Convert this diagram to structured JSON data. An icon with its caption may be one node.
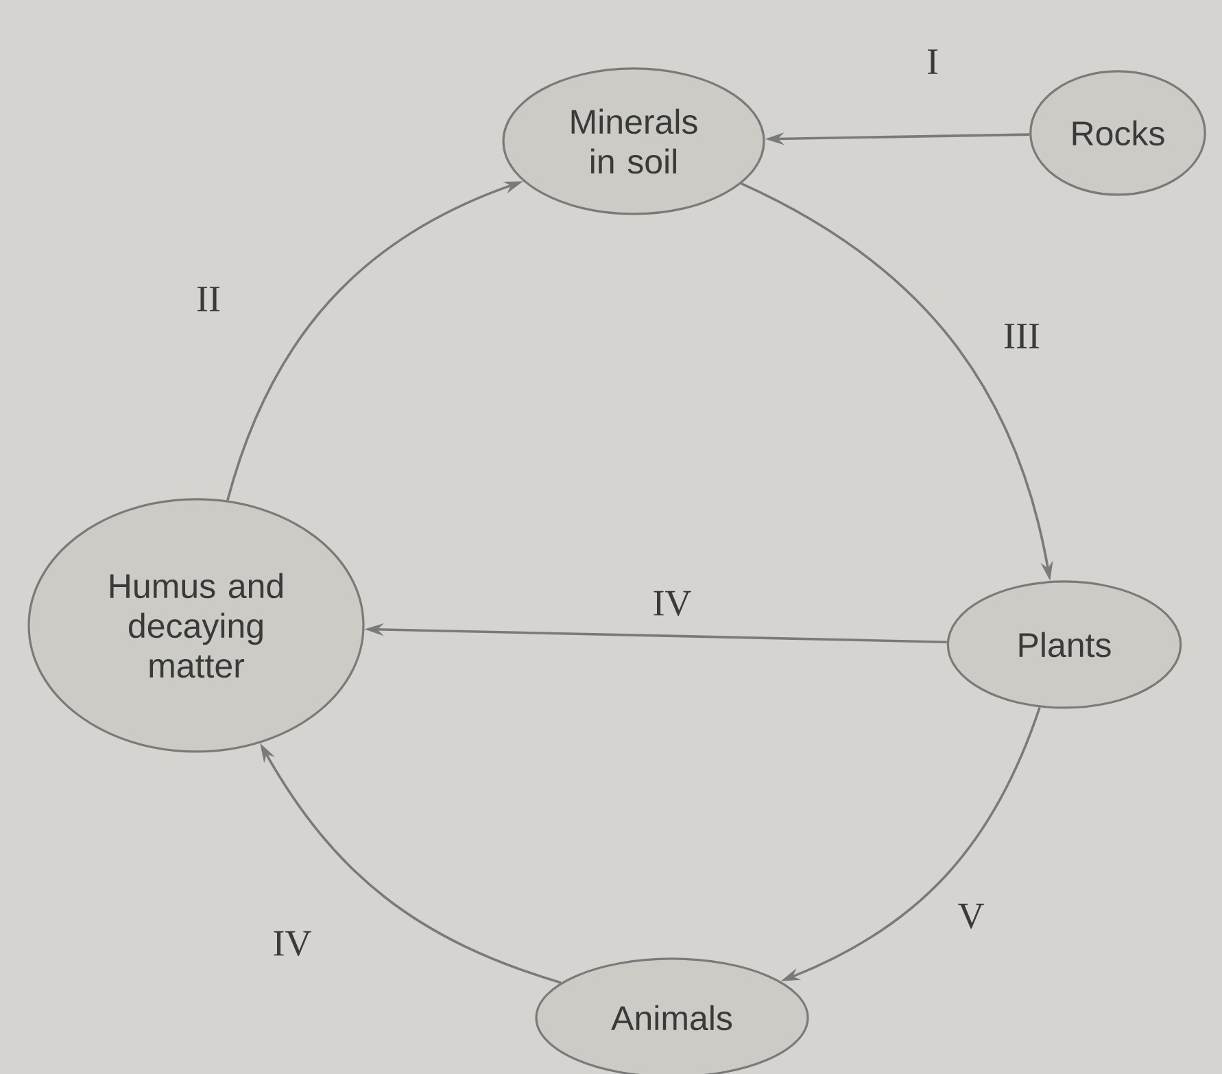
{
  "diagram": {
    "nodes": [
      {
        "text": [
          "Minerals in soil"
        ]
      },
      {
        "text": [
          "Rocks"
        ]
      },
      {
        "text": [
          "Humus and decaying matter"
        ]
      },
      {
        "text": [
          "Plants"
        ]
      },
      {
        "text": [
          "Animals"
        ]
      }
    ],
    "edges": [
      {
        "from": 1,
        "to": 0,
        "arrow": "to",
        "label": "I"
      },
      {
        "from": 2,
        "to": 0,
        "arrow": "to",
        "label": "II"
      },
      {
        "from": 0,
        "to": 3,
        "arrow": "to",
        "label": "III"
      },
      {
        "from": 3,
        "to": 2,
        "arrow": "to",
        "label": "IV"
      },
      {
        "from": 3,
        "to": 4,
        "arrow": "to",
        "label": "V"
      },
      {
        "from": 4,
        "to": 2,
        "arrow": "to",
        "label": "IV"
      }
    ]
  }
}
